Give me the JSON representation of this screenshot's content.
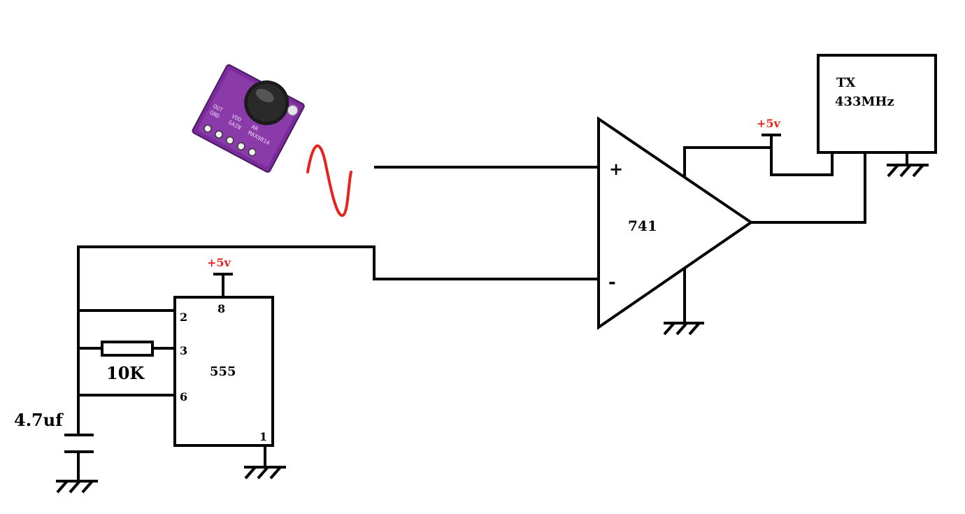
{
  "opamp": {
    "label": "741",
    "plus": "+",
    "minus": "-"
  },
  "timer": {
    "label": "555",
    "pins": {
      "p8": "8",
      "p2": "2",
      "p3": "3",
      "p6": "6",
      "p1": "1"
    }
  },
  "tx": {
    "line1": "TX",
    "line2": "433MHz"
  },
  "supply": {
    "opamp_tx": "+5v",
    "timer": "+5v"
  },
  "resistor": {
    "value": "10K"
  },
  "capacitor": {
    "value": "4.7uf"
  },
  "microphone_module": {
    "board_text": [
      "OUT",
      "GND",
      "VDD",
      "GAIN",
      "AR",
      "MAX9814"
    ],
    "pin_count": 5
  },
  "colors": {
    "signal_wave": "#e8231d",
    "supply_label": "#e8231d",
    "mic_board": "#7a2d9a",
    "wire": "#000000"
  }
}
